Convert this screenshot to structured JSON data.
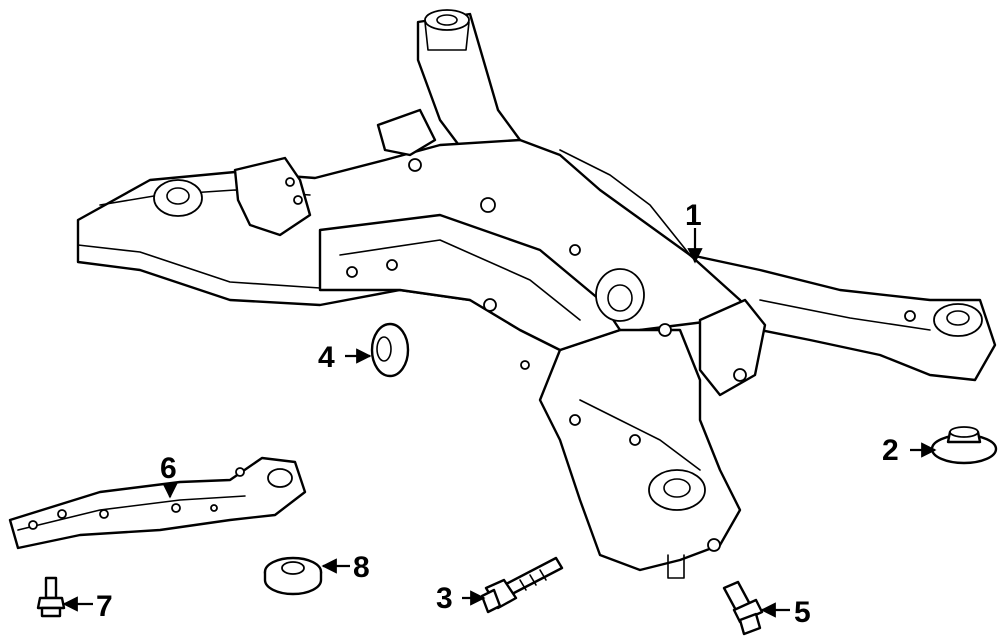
{
  "diagram": {
    "colors": {
      "line": "#000000",
      "background": "#ffffff"
    },
    "callouts": [
      {
        "id": "1",
        "label": "1"
      },
      {
        "id": "2",
        "label": "2"
      },
      {
        "id": "3",
        "label": "3"
      },
      {
        "id": "4",
        "label": "4"
      },
      {
        "id": "5",
        "label": "5"
      },
      {
        "id": "6",
        "label": "6"
      },
      {
        "id": "7",
        "label": "7"
      },
      {
        "id": "8",
        "label": "8"
      }
    ]
  }
}
